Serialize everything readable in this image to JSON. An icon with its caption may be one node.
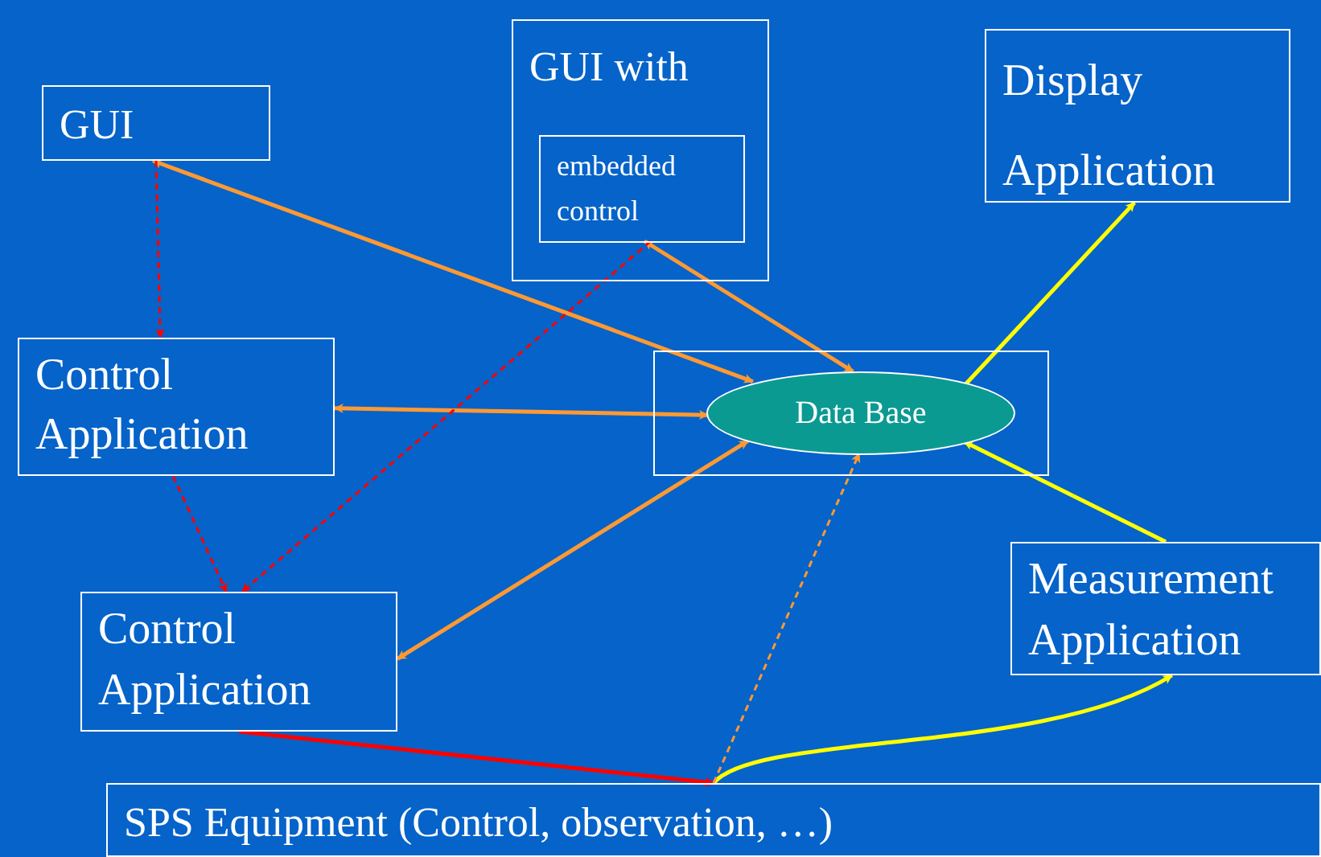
{
  "diagram": {
    "nodes": [
      {
        "text": [
          "GUI"
        ]
      },
      {
        "text": [
          "GUI with"
        ]
      },
      {
        "text": [
          "embedded control"
        ],
        "in": 1
      },
      {
        "text": [
          "Display Application"
        ]
      },
      {
        "text": [
          "Control Application"
        ]
      },
      {
        "text": [],
        "shape": "box"
      },
      {
        "text": [
          "Data Base"
        ],
        "in": 5
      },
      {
        "text": [
          "Measurement Application"
        ]
      },
      {
        "text": [
          "Control Application"
        ]
      },
      {
        "text": [
          "SPS Equipment (Control, observation, …)"
        ]
      }
    ],
    "edges": [
      {
        "from": 0,
        "to": 6,
        "arrow": "both"
      },
      {
        "from": 2,
        "to": 6,
        "arrow": "both"
      },
      {
        "from": 4,
        "to": 6,
        "arrow": "both"
      },
      {
        "from": 8,
        "to": 6,
        "arrow": "both"
      },
      {
        "from": 6,
        "to": 3,
        "arrow": "to",
        "color": "#ffff00"
      },
      {
        "from": 7,
        "to": 6,
        "arrow": "to",
        "color": "#ffff00"
      },
      {
        "from": 9,
        "to": 7,
        "arrow": "to",
        "color": "#ffff00"
      },
      {
        "from": 0,
        "to": 4,
        "arrow": "to",
        "style": "dashed",
        "color": "#ff0000"
      },
      {
        "from": 4,
        "to": 8,
        "arrow": "to",
        "style": "dashed",
        "color": "#ff0000"
      },
      {
        "from": 2,
        "to": 8,
        "arrow": "to",
        "style": "dashed",
        "color": "#ff0000"
      },
      {
        "from": 8,
        "to": 9,
        "arrow": "to",
        "color": "#ff0000"
      },
      {
        "from": 9,
        "to": 6,
        "arrow": "to",
        "style": "dashed"
      }
    ]
  }
}
